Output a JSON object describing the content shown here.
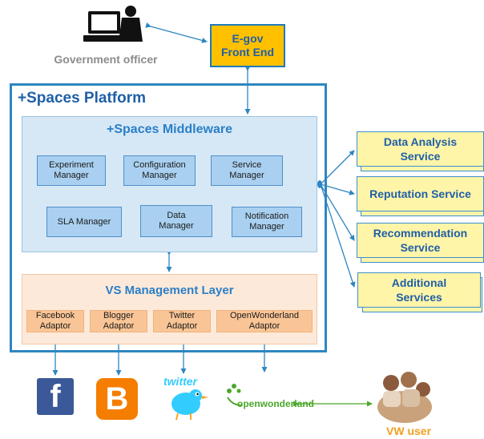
{
  "officer": {
    "label": "Government officer",
    "icon": "computer-user-icon"
  },
  "egov": {
    "line1": "E-gov",
    "line2": "Front End"
  },
  "platform": {
    "title": "+Spaces Platform"
  },
  "middleware": {
    "title": "+Spaces Middleware",
    "managers": [
      {
        "line1": "Experiment",
        "line2": "Manager"
      },
      {
        "line1": "Configuration",
        "line2": "Manager"
      },
      {
        "line1": "Service",
        "line2": "Manager"
      },
      {
        "line1": "SLA Manager",
        "line2": ""
      },
      {
        "line1": "Data",
        "line2": "Manager"
      },
      {
        "line1": "Notification",
        "line2": "Manager"
      }
    ]
  },
  "vs_layer": {
    "title": "VS Management Layer",
    "adaptors": [
      {
        "line1": "Facebook",
        "line2": "Adaptor"
      },
      {
        "line1": "Blogger",
        "line2": "Adaptor"
      },
      {
        "line1": "Twitter",
        "line2": "Adaptor"
      },
      {
        "line1": "OpenWonderland",
        "line2": "Adaptor"
      }
    ]
  },
  "services": [
    {
      "line1": "Data Analysis",
      "line2": "Service"
    },
    {
      "line1": "Reputation Service",
      "line2": ""
    },
    {
      "line1": "Recommendation",
      "line2": "Service"
    },
    {
      "line1": "Additional",
      "line2": "Services"
    }
  ],
  "logos": {
    "facebook": "f",
    "blogger": "B",
    "twitter": "twitter",
    "openwonderland": "openwonderland"
  },
  "vw_user": {
    "label": "VW user",
    "icon": "avatar-group-icon"
  },
  "colors": {
    "blue": "#1f5fa8",
    "egov": "#ffc000",
    "service": "#fff5a8",
    "middleware": "#d6e8f6",
    "vs": "#fde9d9"
  }
}
